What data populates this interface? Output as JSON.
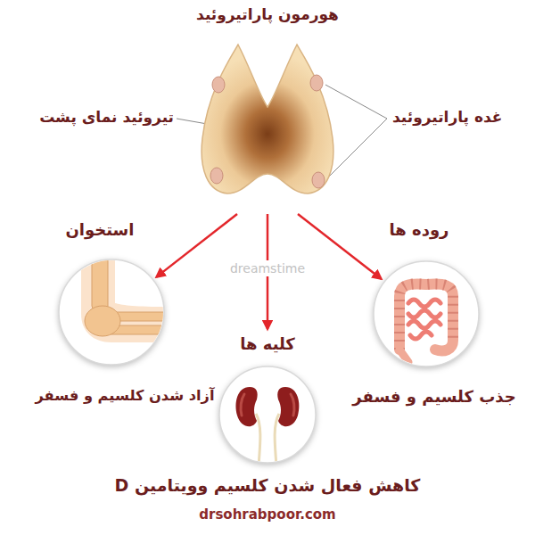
{
  "diagram": {
    "nodes": [
      {
        "text": [
          "هورمون پاراتیروئید"
        ]
      },
      {
        "text": [
          "روده ها",
          "جذب کلسیم و فسفر"
        ]
      },
      {
        "text": [
          "استخوان",
          "آزاد شدن کلسیم و فسفر"
        ]
      },
      {
        "text": [
          "کلیه ها",
          "کاهش فعال شدن کلسیم وویتامین D"
        ]
      }
    ],
    "edges": [
      {
        "from": 0,
        "to": 1,
        "arrow": "to"
      },
      {
        "from": 0,
        "to": 2,
        "arrow": "to"
      },
      {
        "from": 0,
        "to": 3,
        "arrow": "to"
      }
    ],
    "labels": [
      "تیروئید نمای پشت",
      "غده پاراتیروئید",
      "dreamstime",
      "drsohrabpoor.com"
    ]
  }
}
